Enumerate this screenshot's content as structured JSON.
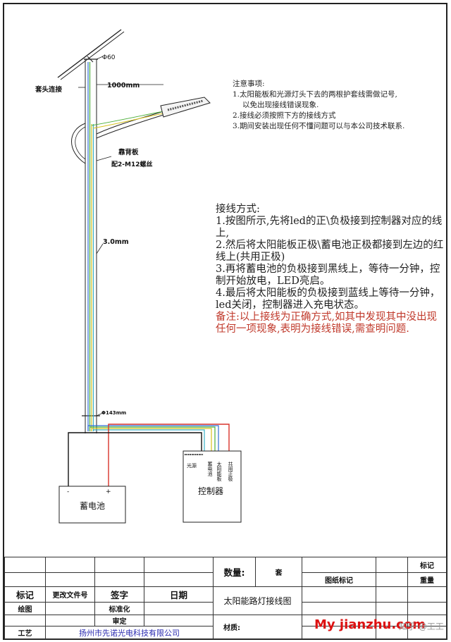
{
  "labels": {
    "phi60": "Φ60",
    "socket": "套头连接",
    "arm_len": "1000mm",
    "backplate": "靠背板",
    "bolts": "配2-M12螺丝",
    "thickness": "3.0mm",
    "phi143": "Φ143mm",
    "battery": "蓄电池",
    "battery_minus": "-",
    "battery_plus": "+",
    "controller": "控制器",
    "term_light": "光源",
    "term_battery": "蓄电池",
    "term_solar": "太阳能板",
    "term_common": "共用正极"
  },
  "notes": {
    "heading": "注意事项:",
    "lines": [
      "1.太阳能板和光源灯头下去的两根护套线需做记号,",
      "  以免出现接线错误现象.",
      "2.接线必须按照下方的接线方式",
      "3.期间安装出现任何不懂问题可以与本公司技术联系."
    ]
  },
  "wiring": {
    "heading": "接线方式:",
    "steps": [
      "1.按图所示,先将led的正\\负极接到控制器对应的线上,",
      "2.然后将太阳能板正极\\蓄电池正极都接到左边的红线上(共用正极)",
      "3.再将蓄电池的负极接到黑线上，等待一分钟，控制开始放电，LED亮启。",
      "4.最后将太阳能板的负极接到蓝线上等待一分钟，led关闭，控制器进入充电状态。"
    ],
    "remark": "备注:以上接线为正确方式,如其中发现其中没出现任何一项现象,表明为接线错误,需查明问题."
  },
  "title_block": {
    "mark": "标记",
    "change_doc": "更改文件号",
    "signature": "签字",
    "date": "日期",
    "drawing": "绘图",
    "standard": "标准化",
    "review": "审定",
    "craft": "工艺",
    "quantity": "数量:",
    "unit": "套",
    "drawing_mark": "图纸标记",
    "mark2": "标记",
    "weight": "重量",
    "drawing_title": "太阳能路灯接线图",
    "material": "材质:",
    "company": "扬州市先诺光电科技有限公司"
  },
  "watermark": {
    "site": "My jianzhu.com",
    "mark": "知乎 @工工"
  },
  "colors": {
    "red_wire": "#d9342b",
    "black_wire": "#111111",
    "blue_wire": "#2f6fd6",
    "green_wire": "#4caf3a",
    "yellow_wire": "#d6c21f",
    "cyan_wire": "#3bb0c9",
    "remark": "#c0392b",
    "company": "#2a2ab0"
  }
}
